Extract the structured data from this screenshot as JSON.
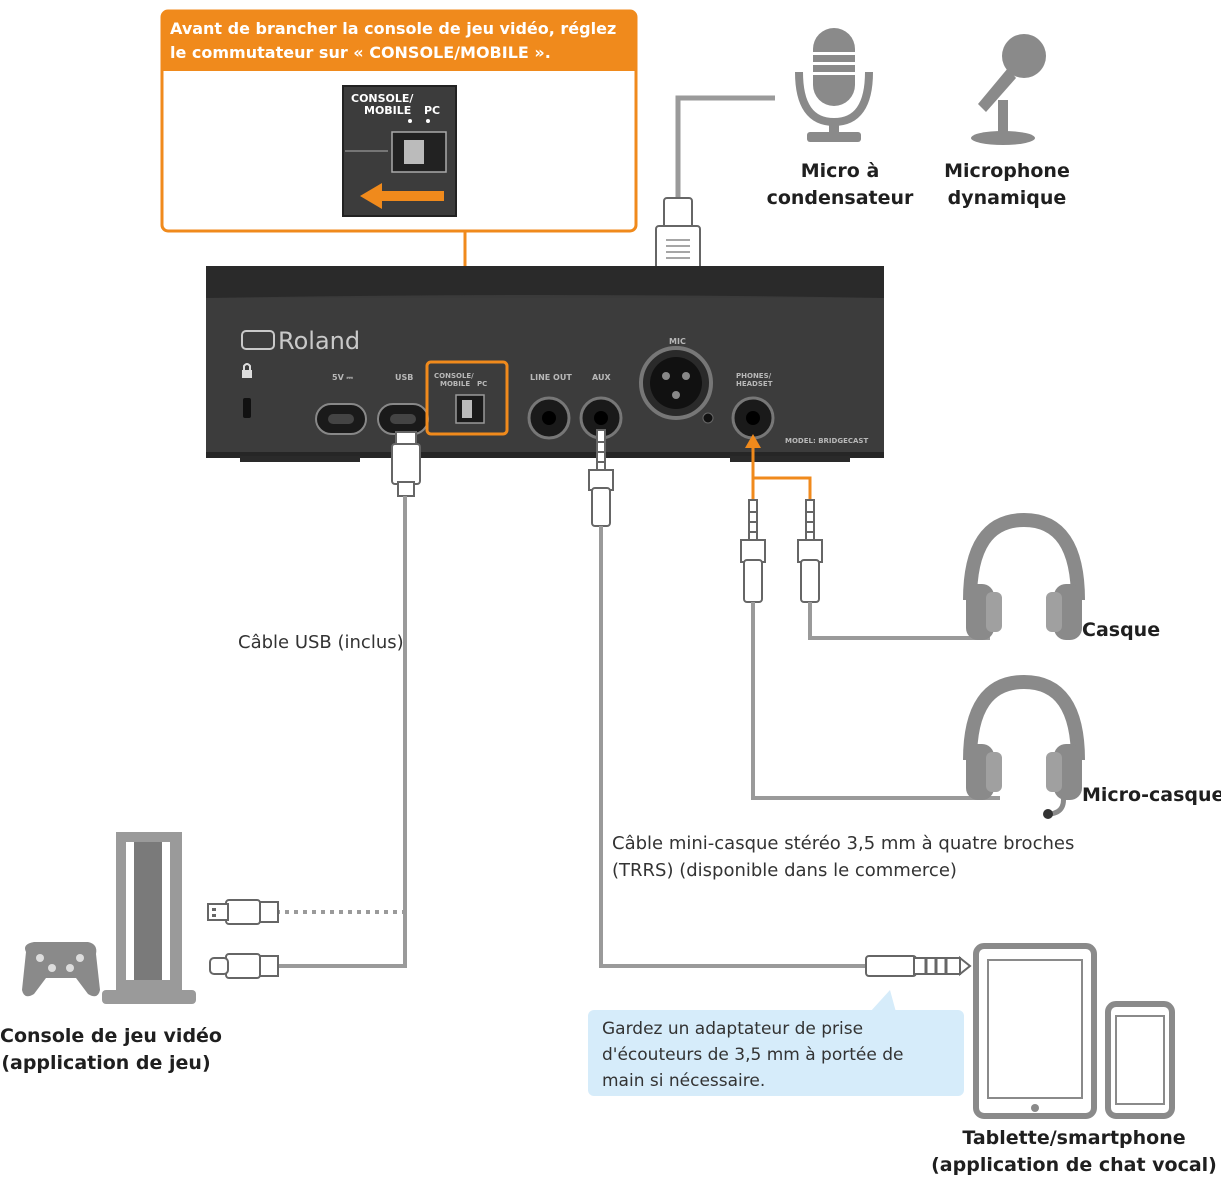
{
  "callout": {
    "text": "Avant de brancher la console de jeu vidéo, réglez le commutateur sur « CONSOLE/MOBILE ».",
    "switch_label_console": "CONSOLE/",
    "switch_label_mobile": "MOBILE",
    "switch_label_pc": "PC",
    "accent_color": "#f08a1c"
  },
  "device": {
    "brand": "Roland",
    "ports": {
      "dc": "5V ⎓",
      "usb": "USB",
      "switch_console": "CONSOLE/",
      "switch_mobile": "MOBILE",
      "switch_pc": "PC",
      "line_out": "LINE OUT",
      "aux": "AUX",
      "mic": "MIC",
      "phones_1": "PHONES/",
      "phones_2": "HEADSET"
    },
    "model": "MODEL: BRIDGECAST"
  },
  "labels": {
    "condenser_mic_1": "Micro à",
    "condenser_mic_2": "condensateur",
    "dynamic_mic_1": "Microphone",
    "dynamic_mic_2": "dynamique",
    "headphones": "Casque",
    "headset": "Micro-casque",
    "usb_cable": "Câble USB (inclus)",
    "trrs_cable_1": "Câble mini-casque stéréo 3,5 mm à quatre broches",
    "trrs_cable_2": "(TRRS) (disponible dans le commerce)",
    "console_1": "Console de jeu vidéo",
    "console_2": "(application de jeu)",
    "tablet_1": "Tablette/smartphone",
    "tablet_2": "(application de chat vocal)"
  },
  "tip": {
    "line_1": "Gardez un adaptateur de prise",
    "line_2": "d'écouteurs de 3,5 mm à portée de",
    "line_3": "main si nécessaire."
  },
  "colors": {
    "cable": "#9a9a9a",
    "icon_gray": "#8a8a8a",
    "device_body": "#3a3a3a",
    "tip_bg": "#d6ecfa",
    "highlight": "#f08a1c"
  }
}
